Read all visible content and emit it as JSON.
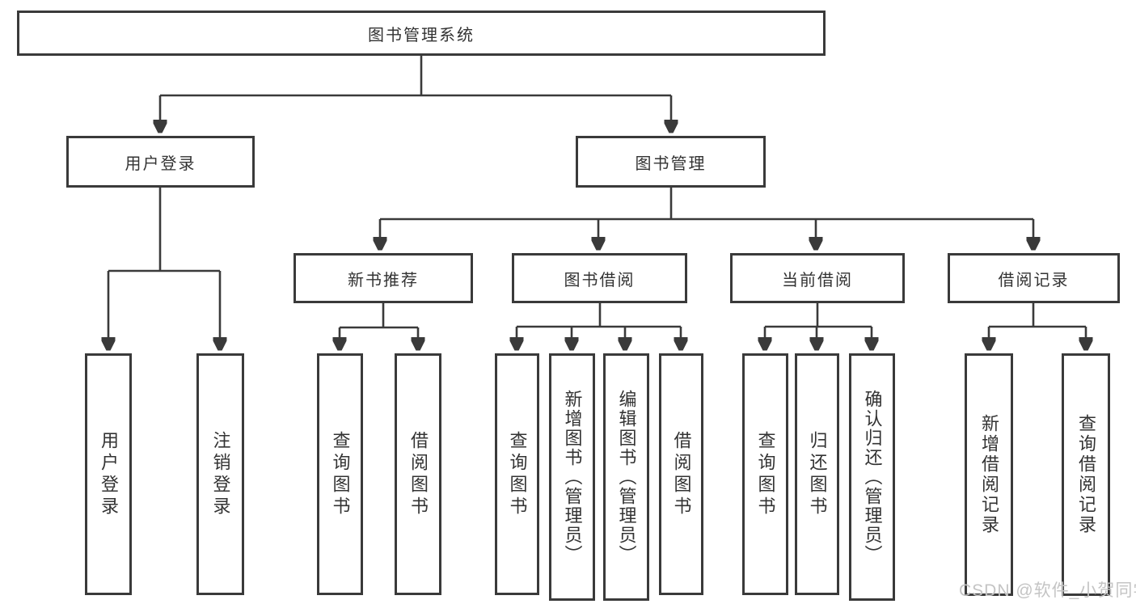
{
  "diagram": {
    "root_label": "图书管理系统",
    "user_login": {
      "label": "用户登录",
      "children": [
        "用户登录",
        "注销登录"
      ]
    },
    "book_mgmt": {
      "label": "图书管理",
      "groups": [
        {
          "label": "新书推荐",
          "children": [
            "查询图书",
            "借阅图书"
          ]
        },
        {
          "label": "图书借阅",
          "children": [
            "查询图书",
            "新增图书（管理员）",
            "编辑图书（管理员）",
            "借阅图书"
          ]
        },
        {
          "label": "当前借阅",
          "children": [
            "查询图书",
            "归还图书",
            "确认归还（管理员）"
          ]
        },
        {
          "label": "借阅记录",
          "children": [
            "新增借阅记录",
            "查询借阅记录"
          ]
        }
      ]
    }
  },
  "watermark": "CSDN @软件_小贺同学",
  "colors": {
    "line": "#3a3a3a",
    "text": "#333333",
    "watermark": "#c4c4c4",
    "background": "#ffffff"
  }
}
